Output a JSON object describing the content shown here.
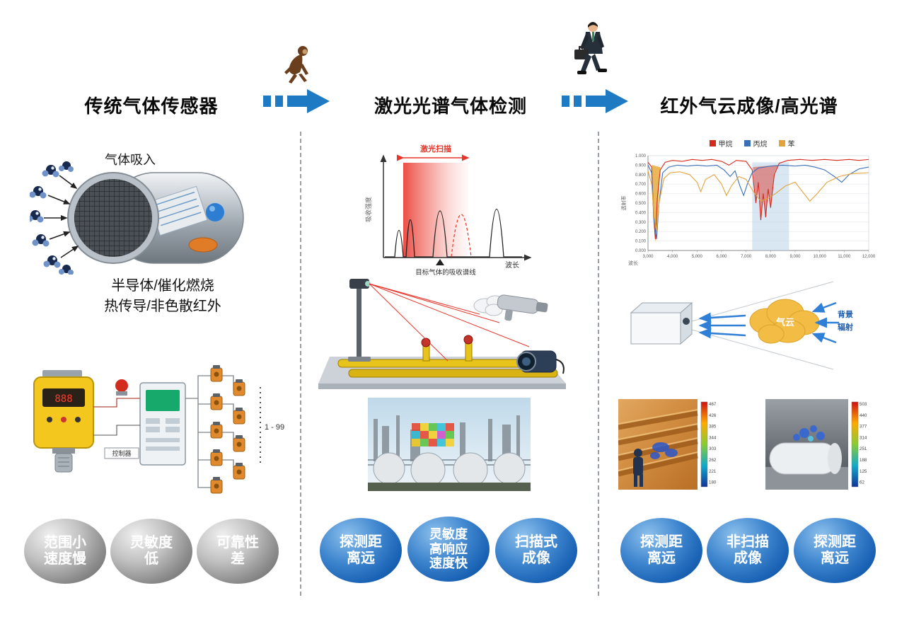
{
  "titles": {
    "col1": "传统气体传感器",
    "col2": "激光光谱气体检测",
    "col3": "红外气云成像/高光谱"
  },
  "colors": {
    "arrow_blue": "#1e7ac2",
    "badge_blue": "#1b63b5",
    "badge_gray": "#8a8a8a",
    "laser_red": "#e8352a",
    "cloud_yellow": "#f3bc45"
  },
  "left": {
    "gas_intake": "气体吸入",
    "tech_lines": [
      "半导体/催化燃烧",
      "热传导/非色散红外"
    ],
    "detector_display": "888",
    "controller_label": "控制器",
    "network_range": "1 - 99",
    "badges": [
      [
        "范围小",
        "速度慢"
      ],
      [
        "灵敏度",
        "低"
      ],
      [
        "可靠性",
        "差"
      ]
    ]
  },
  "middle": {
    "spectrum": {
      "scan_label": "激光扫描",
      "ylabel": "吸收强度",
      "xlabel": "波长",
      "marker_label": "目标气体的吸收谱线"
    },
    "badges": [
      [
        "探测距",
        "离远"
      ],
      [
        "灵敏度",
        "高响应",
        "速度快"
      ],
      [
        "扫描式",
        "成像"
      ]
    ]
  },
  "right": {
    "cloud_label": "气云",
    "background_radiation": [
      "背景",
      "辐射"
    ],
    "thermal_left_scale": [
      "467",
      "426",
      "385",
      "344",
      "303",
      "262",
      "221",
      "180"
    ],
    "thermal_right_scale": [
      "503",
      "440",
      "377",
      "314",
      "251",
      "188",
      "125",
      "62"
    ],
    "badges": [
      [
        "探测距",
        "离远"
      ],
      [
        "非扫描",
        "成像"
      ],
      [
        "探测距",
        "离远"
      ]
    ]
  },
  "chart_data": {
    "type": "line",
    "title": "",
    "xlabel": "波长",
    "ylabel": "透射率",
    "xlim": [
      3000,
      12000
    ],
    "ylim": [
      0,
      1
    ],
    "grid": true,
    "legend_position": "top",
    "x_tick_vals": [
      3000,
      4000,
      5000,
      6000,
      7000,
      8000,
      9000,
      10000,
      11000,
      12000
    ],
    "x_tick_labels": [
      "3,000",
      "4,000",
      "5,000",
      "6,000",
      "7,000",
      "8,000",
      "9,000",
      "10,000",
      "11,000",
      "12,000"
    ],
    "y_tick_vals": [
      1.0,
      0.9,
      0.8,
      0.7,
      0.6,
      0.5,
      0.4,
      0.3,
      0.2,
      0.1,
      0.0
    ],
    "y_tick_labels": [
      "1.000",
      "0.900",
      "0.800",
      "0.700",
      "0.600",
      "0.500",
      "0.400",
      "0.300",
      "0.200",
      "0.100",
      "0.000"
    ],
    "band": {
      "x0": 7250,
      "x1": 8750,
      "y_top": 0.93,
      "color": "#b9d3ea"
    },
    "legend": [
      {
        "name": "甲烷",
        "color": "#d42a1e"
      },
      {
        "name": "丙烷",
        "color": "#3a6fb8"
      },
      {
        "name": "苯",
        "color": "#e3a23c"
      }
    ],
    "fills": [
      {
        "color": "rgba(230,170,60,0.85)",
        "points": [
          [
            3160,
            0.9
          ],
          [
            3240,
            0.3
          ],
          [
            3310,
            0.08
          ],
          [
            3400,
            0.4
          ],
          [
            3500,
            0.88
          ]
        ]
      },
      {
        "color": "rgba(220,60,50,0.5)",
        "points": [
          [
            7280,
            0.88
          ],
          [
            7400,
            0.5
          ],
          [
            7500,
            0.72
          ],
          [
            7600,
            0.32
          ],
          [
            7700,
            0.6
          ],
          [
            7800,
            0.35
          ],
          [
            7900,
            0.65
          ],
          [
            8000,
            0.45
          ],
          [
            8150,
            0.82
          ],
          [
            8300,
            0.9
          ]
        ]
      }
    ],
    "series": [
      {
        "name": "甲烷",
        "color": "#d42a1e",
        "points": [
          [
            3000,
            0.93
          ],
          [
            3150,
            0.88
          ],
          [
            3230,
            0.35
          ],
          [
            3300,
            0.12
          ],
          [
            3380,
            0.55
          ],
          [
            3500,
            0.85
          ],
          [
            3700,
            0.93
          ],
          [
            4000,
            0.95
          ],
          [
            4400,
            0.94
          ],
          [
            4800,
            0.96
          ],
          [
            5200,
            0.95
          ],
          [
            5600,
            0.96
          ],
          [
            6000,
            0.94
          ],
          [
            6300,
            0.9
          ],
          [
            6600,
            0.95
          ],
          [
            7000,
            0.94
          ],
          [
            7250,
            0.85
          ],
          [
            7400,
            0.5
          ],
          [
            7500,
            0.72
          ],
          [
            7600,
            0.32
          ],
          [
            7700,
            0.6
          ],
          [
            7800,
            0.35
          ],
          [
            7900,
            0.65
          ],
          [
            8000,
            0.45
          ],
          [
            8150,
            0.8
          ],
          [
            8350,
            0.92
          ],
          [
            8700,
            0.95
          ],
          [
            9200,
            0.96
          ],
          [
            9700,
            0.95
          ],
          [
            10200,
            0.96
          ],
          [
            10700,
            0.95
          ],
          [
            11200,
            0.96
          ],
          [
            11600,
            0.95
          ],
          [
            12000,
            0.96
          ]
        ]
      },
      {
        "name": "丙烷",
        "color": "#3a6fb8",
        "points": [
          [
            3000,
            0.9
          ],
          [
            3150,
            0.82
          ],
          [
            3250,
            0.3
          ],
          [
            3350,
            0.12
          ],
          [
            3450,
            0.5
          ],
          [
            3600,
            0.82
          ],
          [
            3850,
            0.88
          ],
          [
            4200,
            0.9
          ],
          [
            4600,
            0.89
          ],
          [
            5000,
            0.9
          ],
          [
            5400,
            0.89
          ],
          [
            5800,
            0.9
          ],
          [
            6100,
            0.85
          ],
          [
            6350,
            0.78
          ],
          [
            6550,
            0.84
          ],
          [
            6750,
            0.68
          ],
          [
            6900,
            0.58
          ],
          [
            7050,
            0.7
          ],
          [
            7250,
            0.82
          ],
          [
            7500,
            0.87
          ],
          [
            8000,
            0.89
          ],
          [
            8500,
            0.9
          ],
          [
            9000,
            0.89
          ],
          [
            9400,
            0.9
          ],
          [
            9800,
            0.88
          ],
          [
            10200,
            0.85
          ],
          [
            10600,
            0.78
          ],
          [
            10900,
            0.72
          ],
          [
            11200,
            0.8
          ],
          [
            11600,
            0.86
          ],
          [
            12000,
            0.88
          ]
        ]
      },
      {
        "name": "苯",
        "color": "#e3a23c",
        "points": [
          [
            3000,
            0.84
          ],
          [
            3150,
            0.7
          ],
          [
            3250,
            0.35
          ],
          [
            3350,
            0.2
          ],
          [
            3450,
            0.5
          ],
          [
            3650,
            0.76
          ],
          [
            3900,
            0.82
          ],
          [
            4300,
            0.83
          ],
          [
            4700,
            0.8
          ],
          [
            5000,
            0.72
          ],
          [
            5150,
            0.62
          ],
          [
            5350,
            0.75
          ],
          [
            5700,
            0.8
          ],
          [
            6000,
            0.7
          ],
          [
            6200,
            0.58
          ],
          [
            6400,
            0.68
          ],
          [
            6700,
            0.78
          ],
          [
            7000,
            0.75
          ],
          [
            7300,
            0.62
          ],
          [
            7600,
            0.52
          ],
          [
            7900,
            0.55
          ],
          [
            8200,
            0.6
          ],
          [
            8600,
            0.68
          ],
          [
            9000,
            0.72
          ],
          [
            9300,
            0.62
          ],
          [
            9600,
            0.52
          ],
          [
            9900,
            0.6
          ],
          [
            10300,
            0.72
          ],
          [
            10800,
            0.78
          ],
          [
            11300,
            0.81
          ],
          [
            12000,
            0.82
          ]
        ]
      }
    ]
  }
}
